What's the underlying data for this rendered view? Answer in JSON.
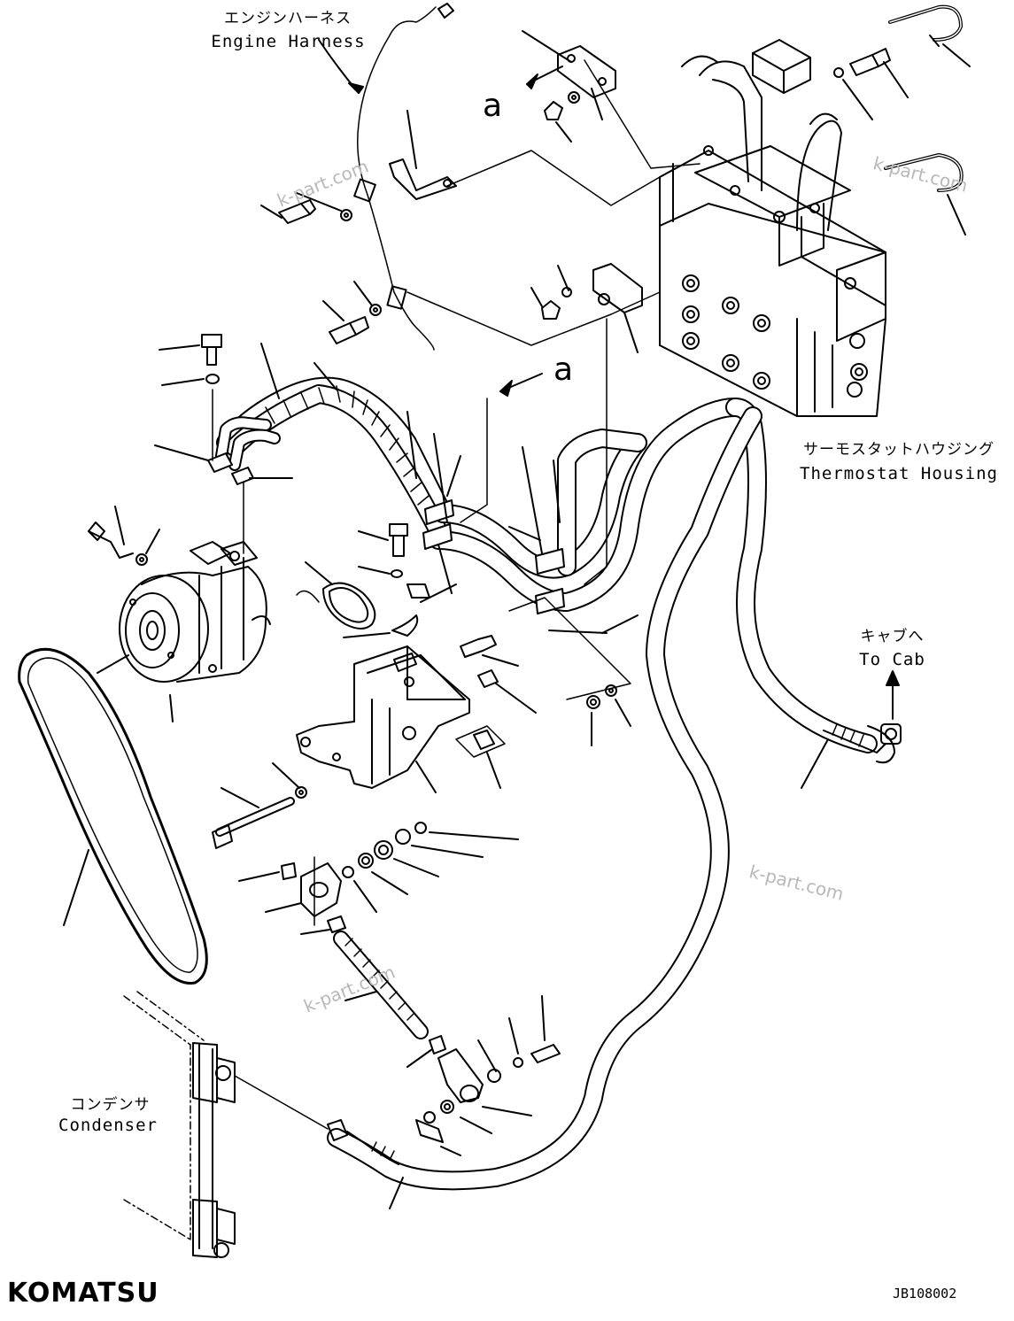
{
  "labels": {
    "engine_harness_jp": "エンジンハーネス",
    "engine_harness_en": "Engine Harness",
    "thermostat_jp": "サーモスタットハウジング",
    "thermostat_en": "Thermostat Housing",
    "to_cab_jp": "キャブへ",
    "to_cab_en": "To Cab",
    "condenser_jp": "コンデンサ",
    "condenser_en": "Condenser",
    "callout_a": "a"
  },
  "watermark": "k-part.com",
  "brand": "KOMATSU",
  "drawing_code": "JB108002"
}
